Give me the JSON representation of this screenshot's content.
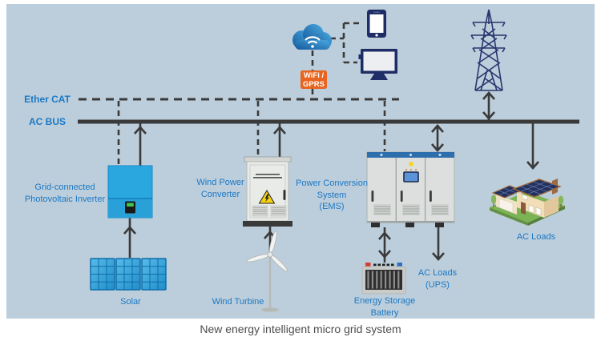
{
  "title": "New energy intelligent micro grid system",
  "buses": {
    "ether_cat_label": "Ether CAT",
    "ac_bus_label": "AC BUS"
  },
  "cloud": {
    "badge_line1": "WiFi /",
    "badge_line2": "GPRS"
  },
  "labels": {
    "pv_inverter_line1": "Grid-connected",
    "pv_inverter_line2": "Photovoltaic Inverter",
    "solar": "Solar",
    "wind_converter_line1": "Wind Power",
    "wind_converter_line2": "Converter",
    "wind_turbine": "Wind Turbine",
    "pcs_line1": "Power Conversion",
    "pcs_line2": "System",
    "pcs_line3": "(EMS)",
    "battery_line1": "Energy Storage",
    "battery_line2": "Battery",
    "ups_line1": "AC Loads",
    "ups_line2": "(UPS)",
    "ac_loads": "AC Loads"
  },
  "icons": {
    "cloud": "cloud-wifi-icon",
    "phone": "smartphone-icon",
    "monitor": "monitor-icon",
    "tower": "transmission-tower-icon",
    "inverter": "pv-inverter-icon",
    "solar_panels": "solar-panels-icon",
    "wind_cabinet": "wind-converter-cabinet-icon",
    "turbine": "wind-turbine-icon",
    "pcs_cabinet": "pcs-cabinet-icon",
    "battery": "battery-icon",
    "house": "house-solar-icon"
  },
  "colors": {
    "background": "#bccedb",
    "line_dark": "#3a3a3a",
    "label_blue": "#1b78c6",
    "badge_orange": "#e8641f",
    "inverter_blue": "#2ba7e0",
    "device_navy": "#1f2d66",
    "pcs_top_blue": "#2d6fad",
    "warning_yellow": "#f5d20f",
    "title_gray": "#4d4d4d"
  }
}
